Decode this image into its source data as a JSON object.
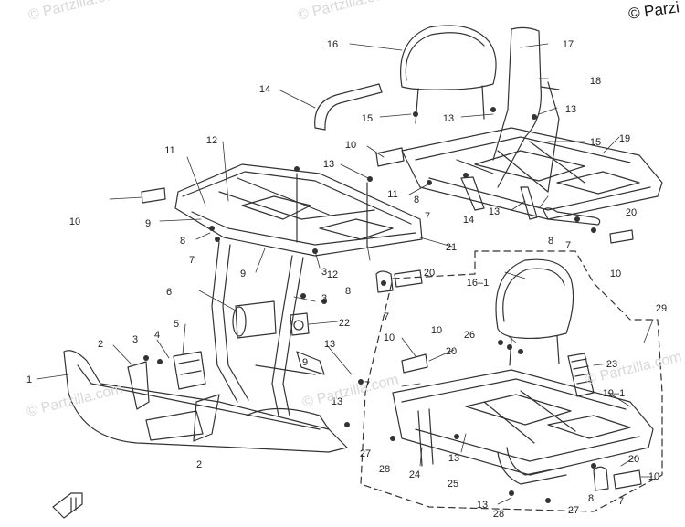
{
  "copyright": "© Parzi",
  "watermark": "© Partzilla.com",
  "callouts": [
    {
      "id": "c1",
      "text": "1"
    },
    {
      "id": "c2a",
      "text": "2"
    },
    {
      "id": "c2b",
      "text": "2"
    },
    {
      "id": "c3a",
      "text": "3"
    },
    {
      "id": "c3b",
      "text": "3"
    },
    {
      "id": "c3c",
      "text": "3"
    },
    {
      "id": "c4",
      "text": "4"
    },
    {
      "id": "c5",
      "text": "5"
    },
    {
      "id": "c6",
      "text": "6"
    },
    {
      "id": "c7a",
      "text": "7"
    },
    {
      "id": "c7b",
      "text": "7"
    },
    {
      "id": "c7c",
      "text": "7"
    },
    {
      "id": "c7d",
      "text": "7"
    },
    {
      "id": "c7e",
      "text": "7"
    },
    {
      "id": "c7f",
      "text": "7"
    },
    {
      "id": "c8a",
      "text": "8"
    },
    {
      "id": "c8b",
      "text": "8"
    },
    {
      "id": "c8c",
      "text": "8"
    },
    {
      "id": "c8d",
      "text": "8"
    },
    {
      "id": "c8e",
      "text": "8"
    },
    {
      "id": "c9a",
      "text": "9"
    },
    {
      "id": "c9b",
      "text": "9"
    },
    {
      "id": "c9c",
      "text": "9"
    },
    {
      "id": "c10a",
      "text": "10"
    },
    {
      "id": "c10b",
      "text": "10"
    },
    {
      "id": "c10c",
      "text": "10"
    },
    {
      "id": "c10d",
      "text": "10"
    },
    {
      "id": "c10e",
      "text": "10"
    },
    {
      "id": "c10f",
      "text": "10"
    },
    {
      "id": "c11a",
      "text": "11"
    },
    {
      "id": "c11b",
      "text": "11"
    },
    {
      "id": "c12a",
      "text": "12"
    },
    {
      "id": "c12b",
      "text": "12"
    },
    {
      "id": "c13a",
      "text": "13"
    },
    {
      "id": "c13b",
      "text": "13"
    },
    {
      "id": "c13c",
      "text": "13"
    },
    {
      "id": "c13d",
      "text": "13"
    },
    {
      "id": "c13e",
      "text": "13"
    },
    {
      "id": "c13f",
      "text": "13"
    },
    {
      "id": "c13g",
      "text": "13"
    },
    {
      "id": "c13h",
      "text": "13"
    },
    {
      "id": "c14a",
      "text": "14"
    },
    {
      "id": "c14b",
      "text": "14"
    },
    {
      "id": "c15a",
      "text": "15"
    },
    {
      "id": "c15b",
      "text": "15"
    },
    {
      "id": "c16",
      "text": "16"
    },
    {
      "id": "c16_1",
      "text": "16–1"
    },
    {
      "id": "c17",
      "text": "17"
    },
    {
      "id": "c18",
      "text": "18"
    },
    {
      "id": "c19",
      "text": "19"
    },
    {
      "id": "c19_1",
      "text": "19–1"
    },
    {
      "id": "c20a",
      "text": "20"
    },
    {
      "id": "c20b",
      "text": "20"
    },
    {
      "id": "c20c",
      "text": "20"
    },
    {
      "id": "c20d",
      "text": "20"
    },
    {
      "id": "c21",
      "text": "21"
    },
    {
      "id": "c22",
      "text": "22"
    },
    {
      "id": "c23",
      "text": "23"
    },
    {
      "id": "c24",
      "text": "24"
    },
    {
      "id": "c25",
      "text": "25"
    },
    {
      "id": "c26",
      "text": "26"
    },
    {
      "id": "c27a",
      "text": "27"
    },
    {
      "id": "c27b",
      "text": "27"
    },
    {
      "id": "c28a",
      "text": "28"
    },
    {
      "id": "c28b",
      "text": "28"
    },
    {
      "id": "c29",
      "text": "29"
    }
  ],
  "colors": {
    "line": "#333333",
    "text": "#222222",
    "watermark": "#d8d8d8"
  }
}
